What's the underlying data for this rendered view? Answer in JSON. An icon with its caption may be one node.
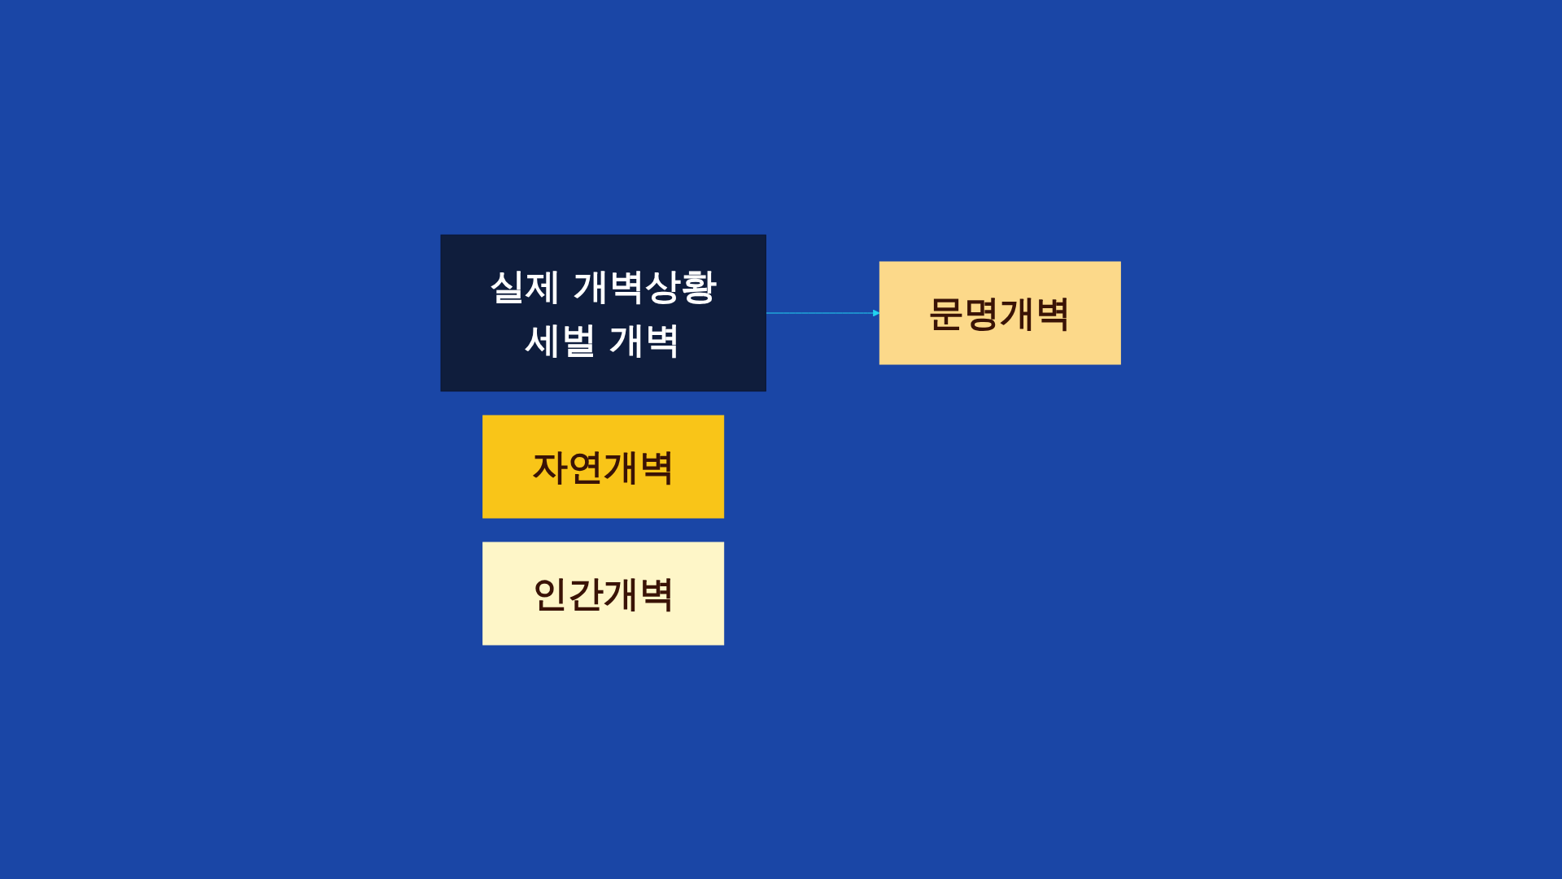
{
  "diagram": {
    "nodes": [
      {
        "text": [
          "실제 개벽상황",
          "세벌 개벽"
        ]
      },
      {
        "text": [
          "자연개벽"
        ]
      },
      {
        "text": [
          "문명개벽"
        ]
      },
      {
        "text": [
          "인간개벽"
        ]
      }
    ],
    "edges": [
      {
        "from": 0,
        "to": 2,
        "arrow": "to",
        "color": "#22d3f0"
      }
    ]
  }
}
